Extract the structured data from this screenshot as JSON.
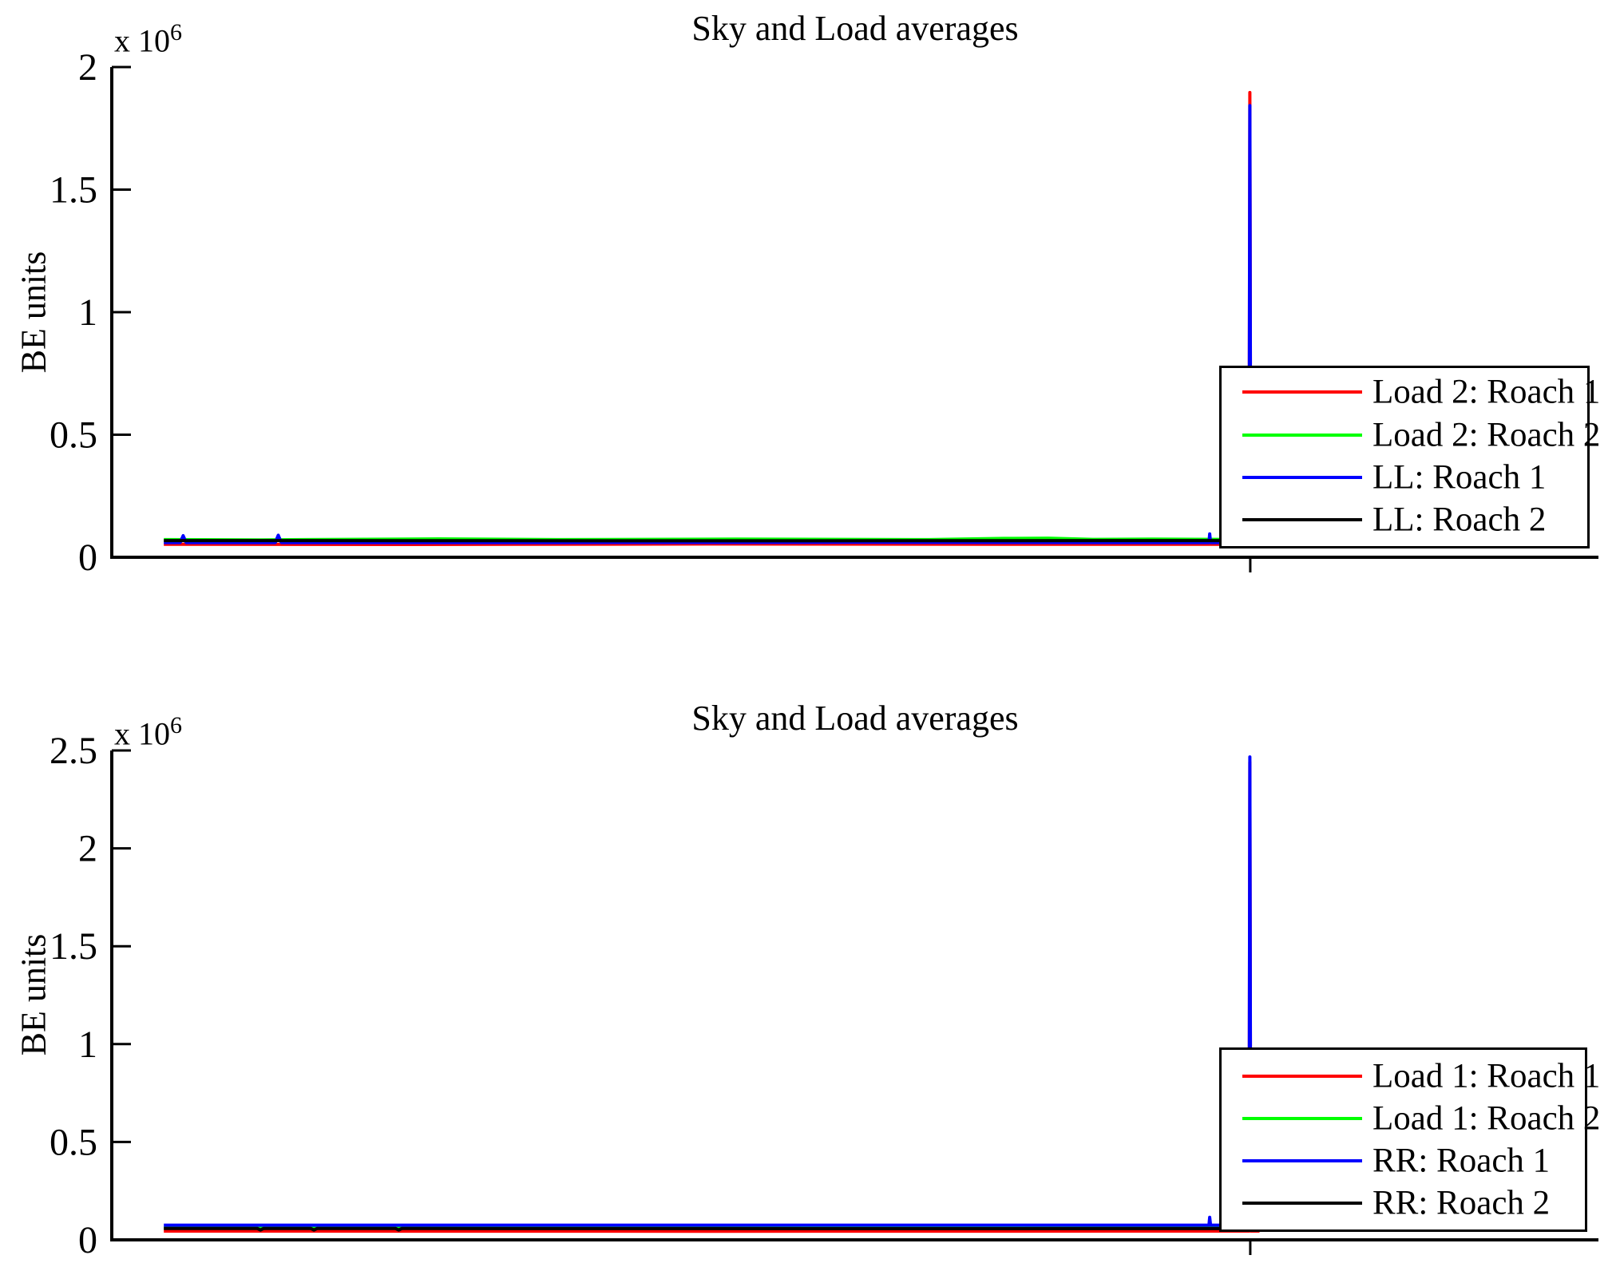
{
  "chart_data": [
    {
      "type": "line",
      "title": "Sky and Load averages",
      "ylabel": "BE units",
      "offset": {
        "base": "x 10",
        "exp": "6"
      },
      "ylim": [
        0,
        2000000
      ],
      "xlim": [
        0,
        1
      ],
      "grid": false,
      "legend_position": "lower-right-inside-overlapping-right-edge",
      "yticks": [
        {
          "value": 0,
          "label": "0"
        },
        {
          "value": 500000,
          "label": "0.5"
        },
        {
          "value": 1000000,
          "label": "1"
        },
        {
          "value": 1500000,
          "label": "1.5"
        },
        {
          "value": 2000000,
          "label": "2"
        }
      ],
      "xticks": [
        {
          "value": 0.7658,
          "label": ""
        }
      ],
      "series": [
        {
          "name": "Load 2: Roach 1",
          "color": "#ff0000",
          "points": [
            [
              0.035,
              53000
            ],
            [
              0.2,
              52000
            ],
            [
              0.4,
              54000
            ],
            [
              0.6,
              53000
            ],
            [
              0.735,
              53000
            ],
            [
              0.765,
              53000
            ],
            [
              0.7655,
              1896000
            ],
            [
              0.7661,
              53000
            ],
            [
              0.772,
              53000
            ]
          ]
        },
        {
          "name": "Load 2: Roach 2",
          "color": "#00ff00",
          "points": [
            [
              0.035,
              72000
            ],
            [
              0.1,
              71000
            ],
            [
              0.22,
              75000
            ],
            [
              0.3,
              72000
            ],
            [
              0.42,
              74000
            ],
            [
              0.55,
              72000
            ],
            [
              0.6,
              77000
            ],
            [
              0.63,
              78000
            ],
            [
              0.66,
              73000
            ],
            [
              0.7,
              74000
            ],
            [
              0.772,
              72000
            ]
          ]
        },
        {
          "name": "LL: Roach 1",
          "color": "#0000ff",
          "points": [
            [
              0.035,
              60000
            ],
            [
              0.046,
              60000
            ],
            [
              0.048,
              88000
            ],
            [
              0.05,
              60000
            ],
            [
              0.11,
              60000
            ],
            [
              0.112,
              90000
            ],
            [
              0.114,
              60000
            ],
            [
              0.3,
              60000
            ],
            [
              0.5,
              61000
            ],
            [
              0.7,
              60000
            ],
            [
              0.738,
              60000
            ],
            [
              0.7385,
              95000
            ],
            [
              0.7391,
              60000
            ],
            [
              0.765,
              60000
            ],
            [
              0.7655,
              1843000
            ],
            [
              0.7661,
              60000
            ],
            [
              0.772,
              60000
            ]
          ]
        },
        {
          "name": "LL: Roach 2",
          "color": "#000000",
          "points": [
            [
              0.035,
              68000
            ],
            [
              0.4,
              67000
            ],
            [
              0.772,
              68000
            ]
          ]
        }
      ]
    },
    {
      "type": "line",
      "title": "Sky and Load averages",
      "ylabel": "BE units",
      "offset": {
        "base": "x 10",
        "exp": "6"
      },
      "ylim": [
        0,
        2500000
      ],
      "xlim": [
        0,
        1
      ],
      "grid": false,
      "legend_position": "lower-right-inside-overlapping-right-edge",
      "yticks": [
        {
          "value": 0,
          "label": "0"
        },
        {
          "value": 500000,
          "label": "0.5"
        },
        {
          "value": 1000000,
          "label": "1"
        },
        {
          "value": 1500000,
          "label": "1.5"
        },
        {
          "value": 2000000,
          "label": "2"
        },
        {
          "value": 2500000,
          "label": "2.5"
        }
      ],
      "xticks": [
        {
          "value": 0.7658,
          "label": ""
        }
      ],
      "series": [
        {
          "name": "Load 1: Roach 1",
          "color": "#ff0000",
          "points": [
            [
              0.035,
              45000
            ],
            [
              0.4,
              44000
            ],
            [
              0.765,
              45000
            ],
            [
              0.7655,
              2440000
            ],
            [
              0.7661,
              45000
            ],
            [
              0.772,
              45000
            ]
          ]
        },
        {
          "name": "Load 1: Roach 2",
          "color": "#00ff00",
          "points": [
            [
              0.035,
              62000
            ],
            [
              0.5,
              63000
            ],
            [
              0.772,
              62000
            ]
          ]
        },
        {
          "name": "RR: Roach 1",
          "color": "#0000ff",
          "points": [
            [
              0.035,
              75000
            ],
            [
              0.3,
              75000
            ],
            [
              0.738,
              75000
            ],
            [
              0.7385,
              115000
            ],
            [
              0.7391,
              75000
            ],
            [
              0.765,
              75000
            ],
            [
              0.7655,
              2467000
            ],
            [
              0.7661,
              75000
            ],
            [
              0.772,
              75000
            ]
          ]
        },
        {
          "name": "RR: Roach 2",
          "color": "#000000",
          "points": [
            [
              0.035,
              58000
            ],
            [
              0.098,
              58000
            ],
            [
              0.1,
              50000
            ],
            [
              0.102,
              58000
            ],
            [
              0.134,
              58000
            ],
            [
              0.136,
              50000
            ],
            [
              0.138,
              58000
            ],
            [
              0.191,
              58000
            ],
            [
              0.193,
              50000
            ],
            [
              0.195,
              58000
            ],
            [
              0.55,
              57000
            ],
            [
              0.772,
              58000
            ]
          ]
        }
      ]
    }
  ]
}
